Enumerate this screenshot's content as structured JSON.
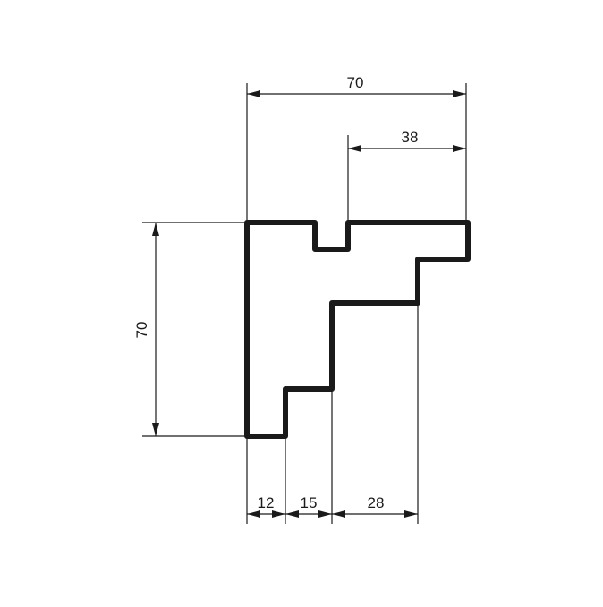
{
  "drawing": {
    "colors": {
      "profile": "#1a1a1a",
      "dimension": "#1a1a1a",
      "background": "#ffffff"
    },
    "dimensions": {
      "top_total_width": "70",
      "top_right_width": "38",
      "left_height": "70",
      "bottom_first": "12",
      "bottom_second": "15",
      "bottom_third": "28"
    }
  }
}
